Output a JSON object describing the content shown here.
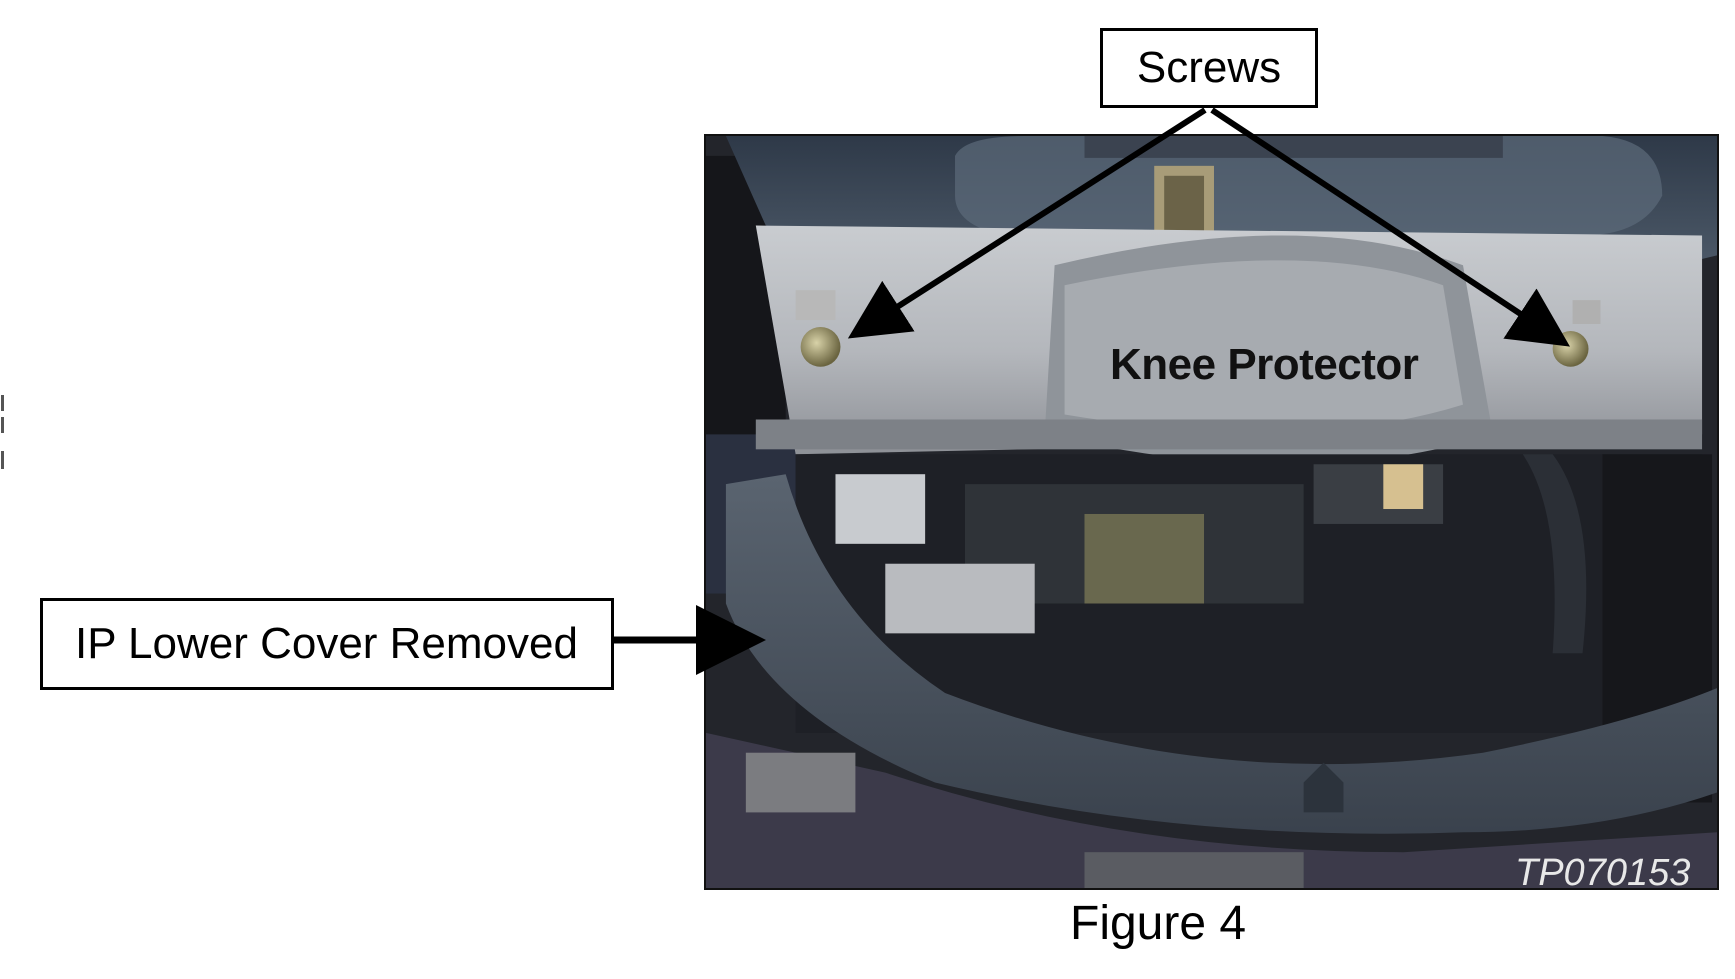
{
  "figure": {
    "caption": "Figure 4",
    "photo_id": "TP070153"
  },
  "callouts": {
    "screws": "Screws",
    "knee_protector": "Knee Protector",
    "ip_lower_cover": "IP Lower Cover Removed"
  },
  "colors": {
    "panel_silver": "#b9bcc0",
    "dash_dark": "#3b4654",
    "cover_gray": "#4f5965",
    "arrow": "#000000"
  }
}
